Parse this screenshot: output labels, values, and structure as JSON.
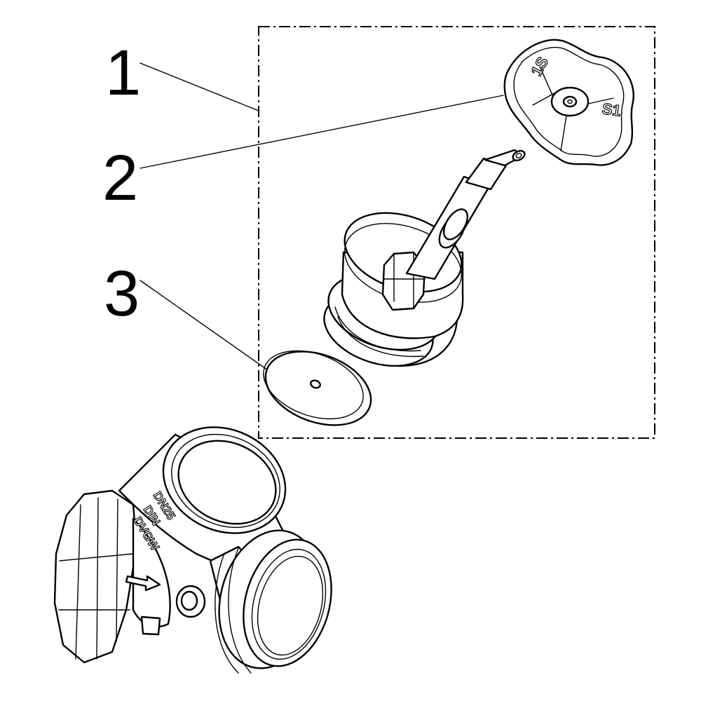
{
  "callouts": [
    {
      "label": "1",
      "part": "valve-upper-assembly"
    },
    {
      "label": "2",
      "part": "handwheel"
    },
    {
      "label": "3",
      "part": "seal-disc"
    }
  ],
  "body_markings": {
    "line1": "DN25",
    "line2": "DIN",
    "line3": "DVGW"
  },
  "handwheel_markings": {
    "mark_left": "1S",
    "mark_right": "S1"
  },
  "colors": {
    "line": "#000000",
    "background": "#ffffff"
  }
}
